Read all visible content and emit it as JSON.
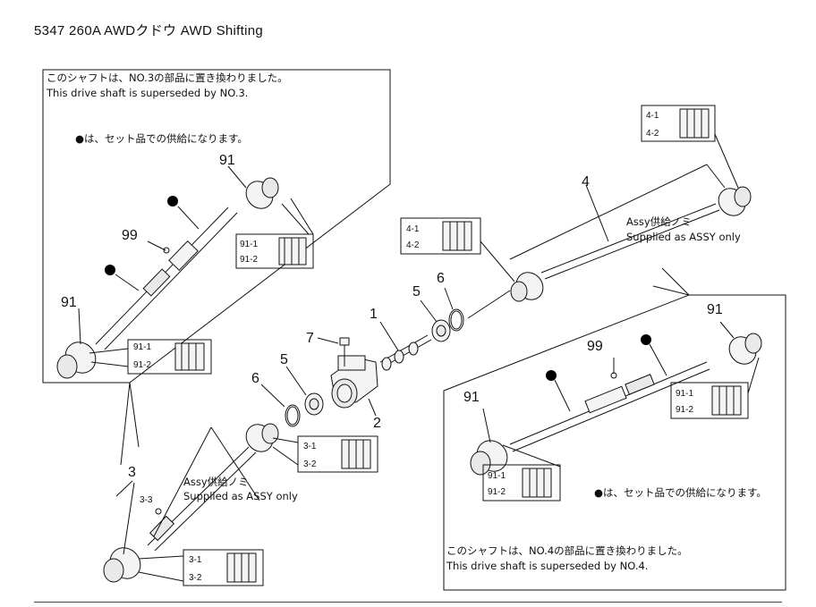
{
  "title": "5347  260A  AWDクドウ  AWD  Shifting",
  "left_box": {
    "note_jp": "このシャフトは、NO.3の部品に置き換わりました。",
    "note_en": "This drive shaft is superseded by NO.3.",
    "set_note": "●は、セット品での供給になります。",
    "labels": {
      "l91_top": "91",
      "l99": "99",
      "l91_left": "91",
      "k91_1a": "91-1",
      "k91_2a": "91-2",
      "k91_1b": "91-1",
      "k91_2b": "91-2"
    }
  },
  "right_box": {
    "note_jp": "このシャフトは、NO.4の部品に置き換わりました。",
    "note_en": "This drive shaft is superseded by NO.4.",
    "set_note": "●は、セット品での供給になります。",
    "labels": {
      "l91_right": "91",
      "l99": "99",
      "l91_left": "91",
      "k91_1a": "91-1",
      "k91_2a": "91-2",
      "k91_1b": "91-1",
      "k91_2b": "91-2"
    }
  },
  "center": {
    "l1": "1",
    "l2": "2",
    "l3": "3",
    "l3_3": "3-3",
    "l4": "4",
    "l5a": "5",
    "l5b": "5",
    "l6a": "6",
    "l6b": "6",
    "l7": "7",
    "k3_1a": "3-1",
    "k3_2a": "3-2",
    "k3_1b": "3-1",
    "k3_2b": "3-2",
    "k4_1a": "4-1",
    "k4_2a": "4-2",
    "k4_1b": "4-1",
    "k4_2b": "4-2",
    "assy3_jp": "Assy供給ノミ",
    "assy3_en": "Supplied as ASSY only",
    "assy4_jp": "Assy供給ノミ",
    "assy4_en": "Supplied as ASSY only"
  }
}
